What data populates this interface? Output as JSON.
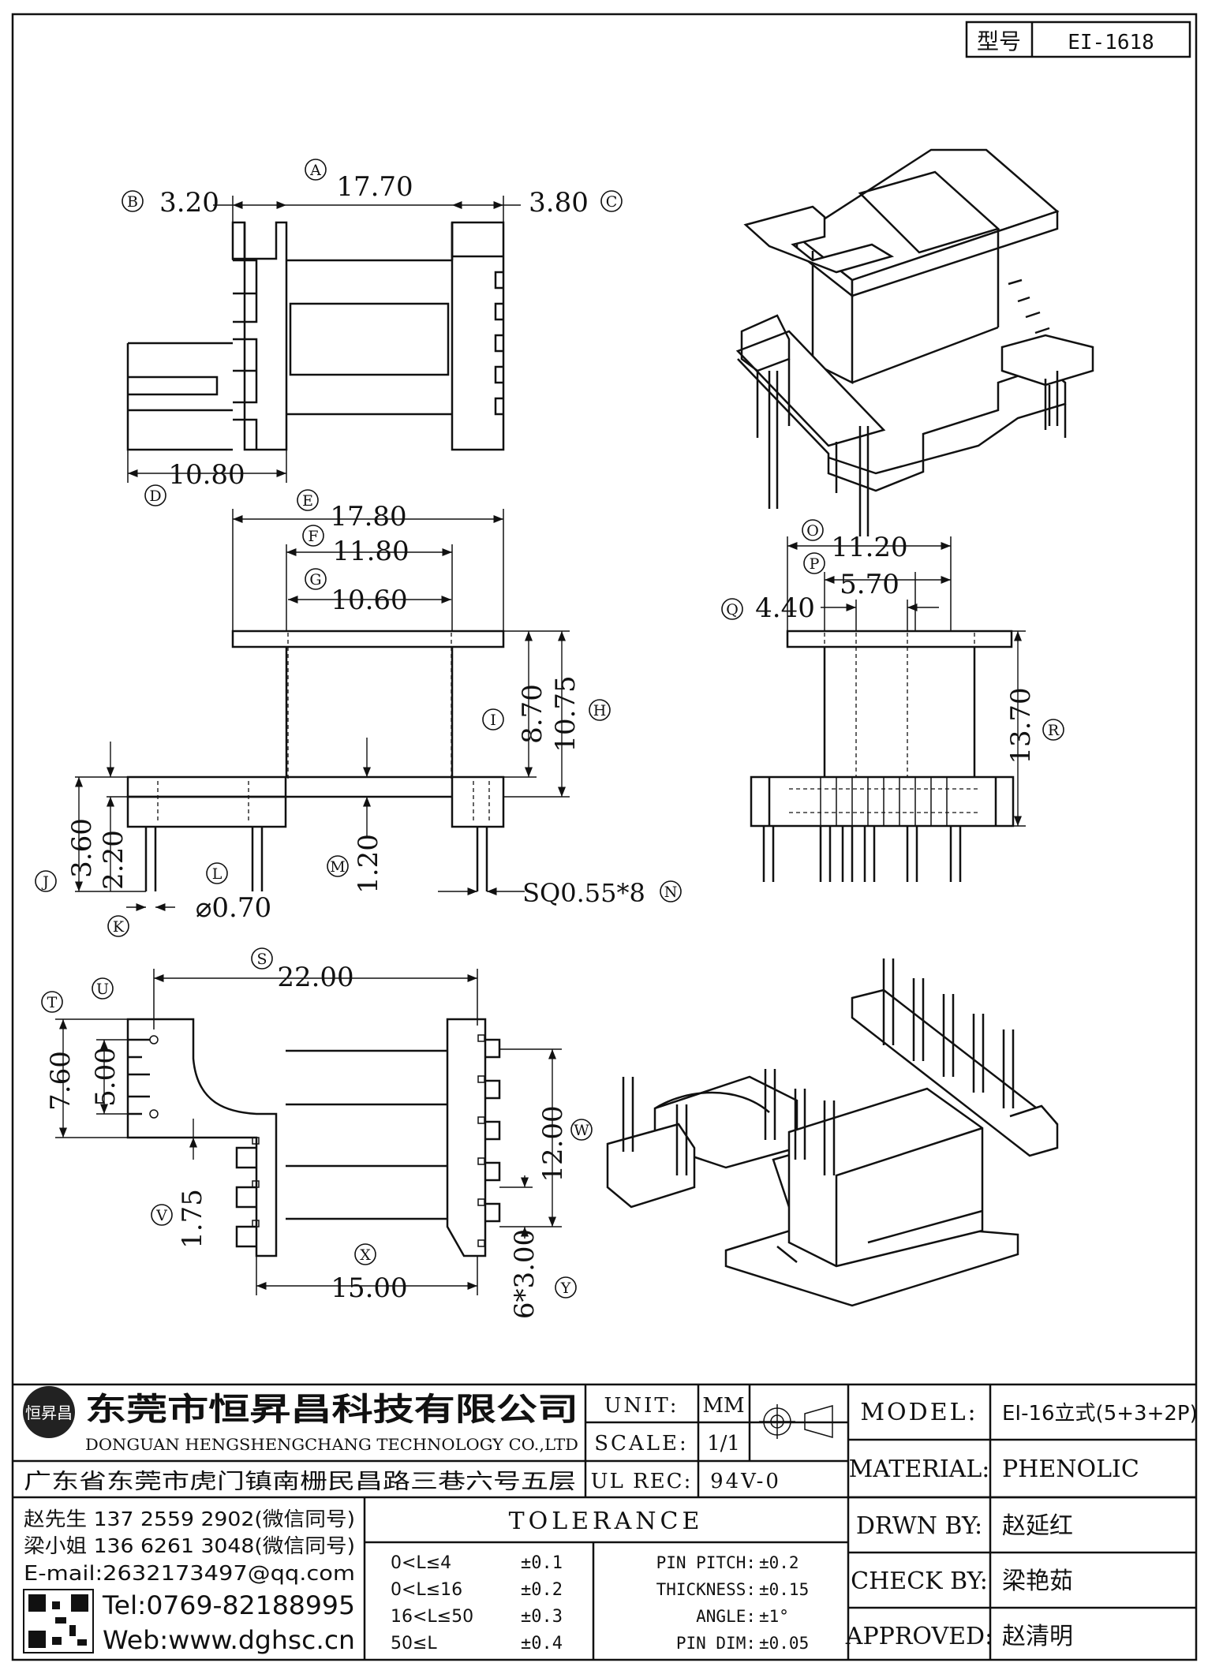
{
  "header": {
    "model_label": "型号",
    "model_value": "EI-1618"
  },
  "dimensions": {
    "A": {
      "letter": "A",
      "value": "17.70"
    },
    "B": {
      "letter": "B",
      "value": "3.20"
    },
    "C": {
      "letter": "C",
      "value": "3.80"
    },
    "D": {
      "letter": "D",
      "value": "10.80"
    },
    "E": {
      "letter": "E",
      "value": "17.80"
    },
    "F": {
      "letter": "F",
      "value": "11.80"
    },
    "G": {
      "letter": "G",
      "value": "10.60"
    },
    "H": {
      "letter": "H",
      "value": "10.75"
    },
    "I": {
      "letter": "I",
      "value": "8.70"
    },
    "J": {
      "letter": "J",
      "value": "3.60"
    },
    "K": {
      "letter": "K",
      "value": "2.20"
    },
    "L": {
      "letter": "L",
      "value": "⌀0.70"
    },
    "M": {
      "letter": "M",
      "value": "1.20"
    },
    "N": {
      "letter": "N",
      "value": "SQ0.55*8"
    },
    "O": {
      "letter": "O",
      "value": "11.20"
    },
    "P": {
      "letter": "P",
      "value": "5.70"
    },
    "Q": {
      "letter": "Q",
      "value": "4.40"
    },
    "R": {
      "letter": "R",
      "value": "13.70"
    },
    "S": {
      "letter": "S",
      "value": "22.00"
    },
    "T": {
      "letter": "T",
      "value": "7.60"
    },
    "U": {
      "letter": "U",
      "value": "5.00"
    },
    "V": {
      "letter": "V",
      "value": "1.75"
    },
    "W": {
      "letter": "W",
      "value": "12.00"
    },
    "X": {
      "letter": "X",
      "value": "15.00"
    },
    "Y": {
      "letter": "Y",
      "value": "6*3.00"
    }
  },
  "title_block": {
    "company_cn": "东莞市恒昇昌科技有限公司",
    "company_en": "DONGUAN HENGSHENGCHANG TECHNOLOGY CO.,LTD",
    "logo_text": "恒昇昌",
    "address": "广东省东莞市虎门镇南栅民昌路三巷六号五层",
    "unit_label": "UNIT:",
    "unit_value": "MM",
    "scale_label": "SCALE:",
    "scale_value": "1/1",
    "ulrec_label": "UL REC:",
    "ulrec_value": "94V-0",
    "model_label": "MODEL:",
    "model_value": "EI-16立式(5+3+2P)",
    "material_label": "MATERIAL:",
    "material_value": "PHENOLIC",
    "drwn_label": "DRWN BY:",
    "drwn_value": "赵延红",
    "check_label": "CHECK BY:",
    "check_value": "梁艳茹",
    "approved_label": "APPROVED:",
    "approved_value": "赵清明",
    "contact1": "赵先生 137 2559 2902(微信同号)",
    "contact2": "梁小姐 136 6261 3048(微信同号)",
    "email": "E-mail:2632173497@qq.com",
    "tel": "Tel:0769-82188995",
    "web": "Web:www.dghsc.cn",
    "tolerance_title": "TOLERANCE",
    "tolerances": [
      {
        "range": "0<L≤4",
        "tol": "±0.1"
      },
      {
        "range": "0<L≤16",
        "tol": "±0.2"
      },
      {
        "range": "16<L≤50",
        "tol": "±0.3"
      },
      {
        "range": "50≤L",
        "tol": "±0.4"
      }
    ],
    "specs": [
      {
        "label": "PIN PITCH:",
        "tol": "±0.2"
      },
      {
        "label": "THICKNESS:",
        "tol": "±0.15"
      },
      {
        "label": "ANGLE:",
        "tol": "±1°"
      },
      {
        "label": "PIN DIM:",
        "tol": "±0.05"
      }
    ]
  }
}
